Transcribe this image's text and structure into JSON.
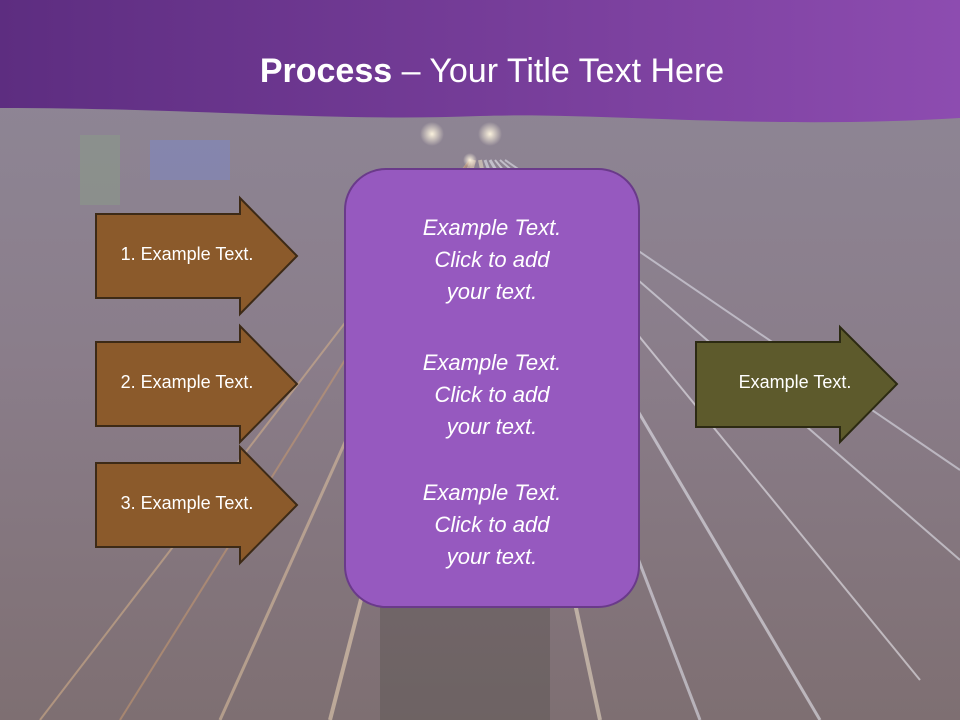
{
  "title": {
    "bold": "Process",
    "dash": " – ",
    "rest": "Your Title Text Here"
  },
  "left_arrows": [
    {
      "label": "1. Example Text."
    },
    {
      "label": "2. Example Text."
    },
    {
      "label": "3. Example Text."
    }
  ],
  "center_box": {
    "items": [
      {
        "line1": "Example Text.",
        "line2": "Click  to add",
        "line3": "your text."
      },
      {
        "line1": "Example Text.",
        "line2": "Click  to add",
        "line3": "your text."
      },
      {
        "line1": "Example Text.",
        "line2": "Click  to add",
        "line3": "your text."
      }
    ]
  },
  "right_arrow": {
    "label": "Example Text."
  },
  "colors": {
    "header": "#7b3fa6",
    "left_arrow_fill": "#8b5a2b",
    "right_arrow_fill": "#5d5a2c",
    "center_box_fill": "#9659bf",
    "background_haze": "#8a7f8f"
  }
}
